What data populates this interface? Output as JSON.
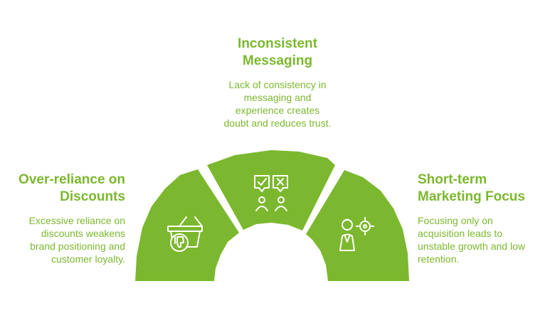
{
  "colors": {
    "segment_fill": "#7cb82f",
    "text": "#7cb82f",
    "icon_stroke": "#ffffff"
  },
  "sections": {
    "left": {
      "title_line1": "Over-reliance on",
      "title_line2": "Discounts",
      "desc_lines": [
        "Excessive reliance on",
        "discounts weakens",
        "brand positioning and",
        "customer loyalty."
      ],
      "icon": "shopping-basket-thumbs-down-icon"
    },
    "top": {
      "title_line1": "Inconsistent",
      "title_line2": "Messaging",
      "desc_lines": [
        "Lack of consistency in",
        "messaging and",
        "experience creates",
        "doubt and reduces trust."
      ],
      "icon": "two-people-check-cross-icon"
    },
    "right": {
      "title_line1": "Short-term",
      "title_line2": "Marketing Focus",
      "desc_lines": [
        "Focusing only on",
        "acquisition leads to",
        "unstable growth and low",
        "retention."
      ],
      "icon": "person-target-icon"
    }
  }
}
